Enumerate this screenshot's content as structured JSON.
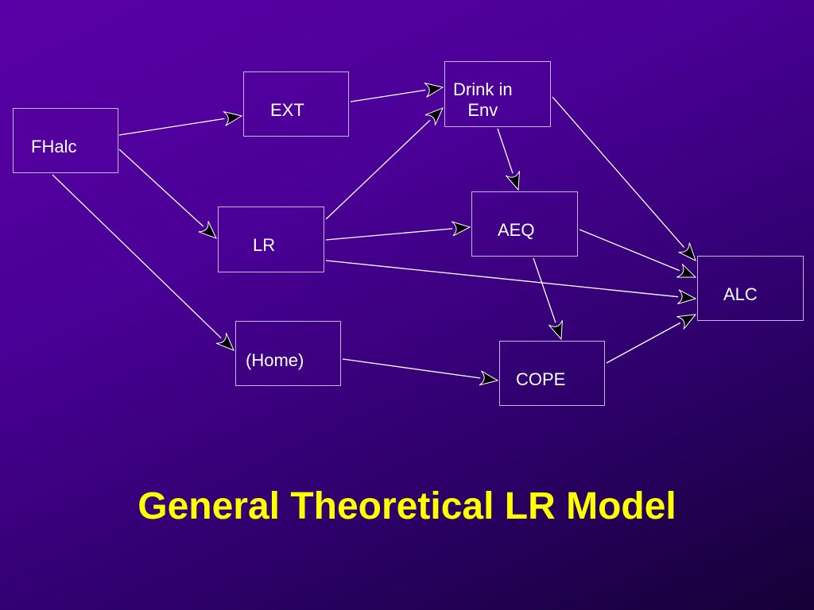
{
  "slide": {
    "title": "General Theoretical LR Model"
  },
  "nodes": [
    {
      "id": "fhalc",
      "label": "FHalc"
    },
    {
      "id": "ext",
      "label": "EXT"
    },
    {
      "id": "drink",
      "label": "Drink in\nEnv"
    },
    {
      "id": "lr",
      "label": "LR"
    },
    {
      "id": "aeq",
      "label": "AEQ"
    },
    {
      "id": "home",
      "label": "(Home)"
    },
    {
      "id": "cope",
      "label": "COPE"
    },
    {
      "id": "alc",
      "label": "ALC"
    }
  ],
  "edges": [
    {
      "from": "fhalc",
      "to": "ext"
    },
    {
      "from": "fhalc",
      "to": "lr"
    },
    {
      "from": "fhalc",
      "to": "home"
    },
    {
      "from": "ext",
      "to": "drink"
    },
    {
      "from": "lr",
      "to": "drink"
    },
    {
      "from": "lr",
      "to": "aeq"
    },
    {
      "from": "lr",
      "to": "alc"
    },
    {
      "from": "drink",
      "to": "aeq"
    },
    {
      "from": "drink",
      "to": "alc"
    },
    {
      "from": "aeq",
      "to": "alc"
    },
    {
      "from": "aeq",
      "to": "cope"
    },
    {
      "from": "home",
      "to": "cope"
    },
    {
      "from": "cope",
      "to": "alc"
    }
  ],
  "colors": {
    "node_border": "#c8b4e6",
    "node_text": "#ffffff",
    "edge_line": "#ffffff",
    "arrowhead": "#000000",
    "title": "#ffff00",
    "background_top": "#5a00a6",
    "background_bottom": "#150036"
  }
}
